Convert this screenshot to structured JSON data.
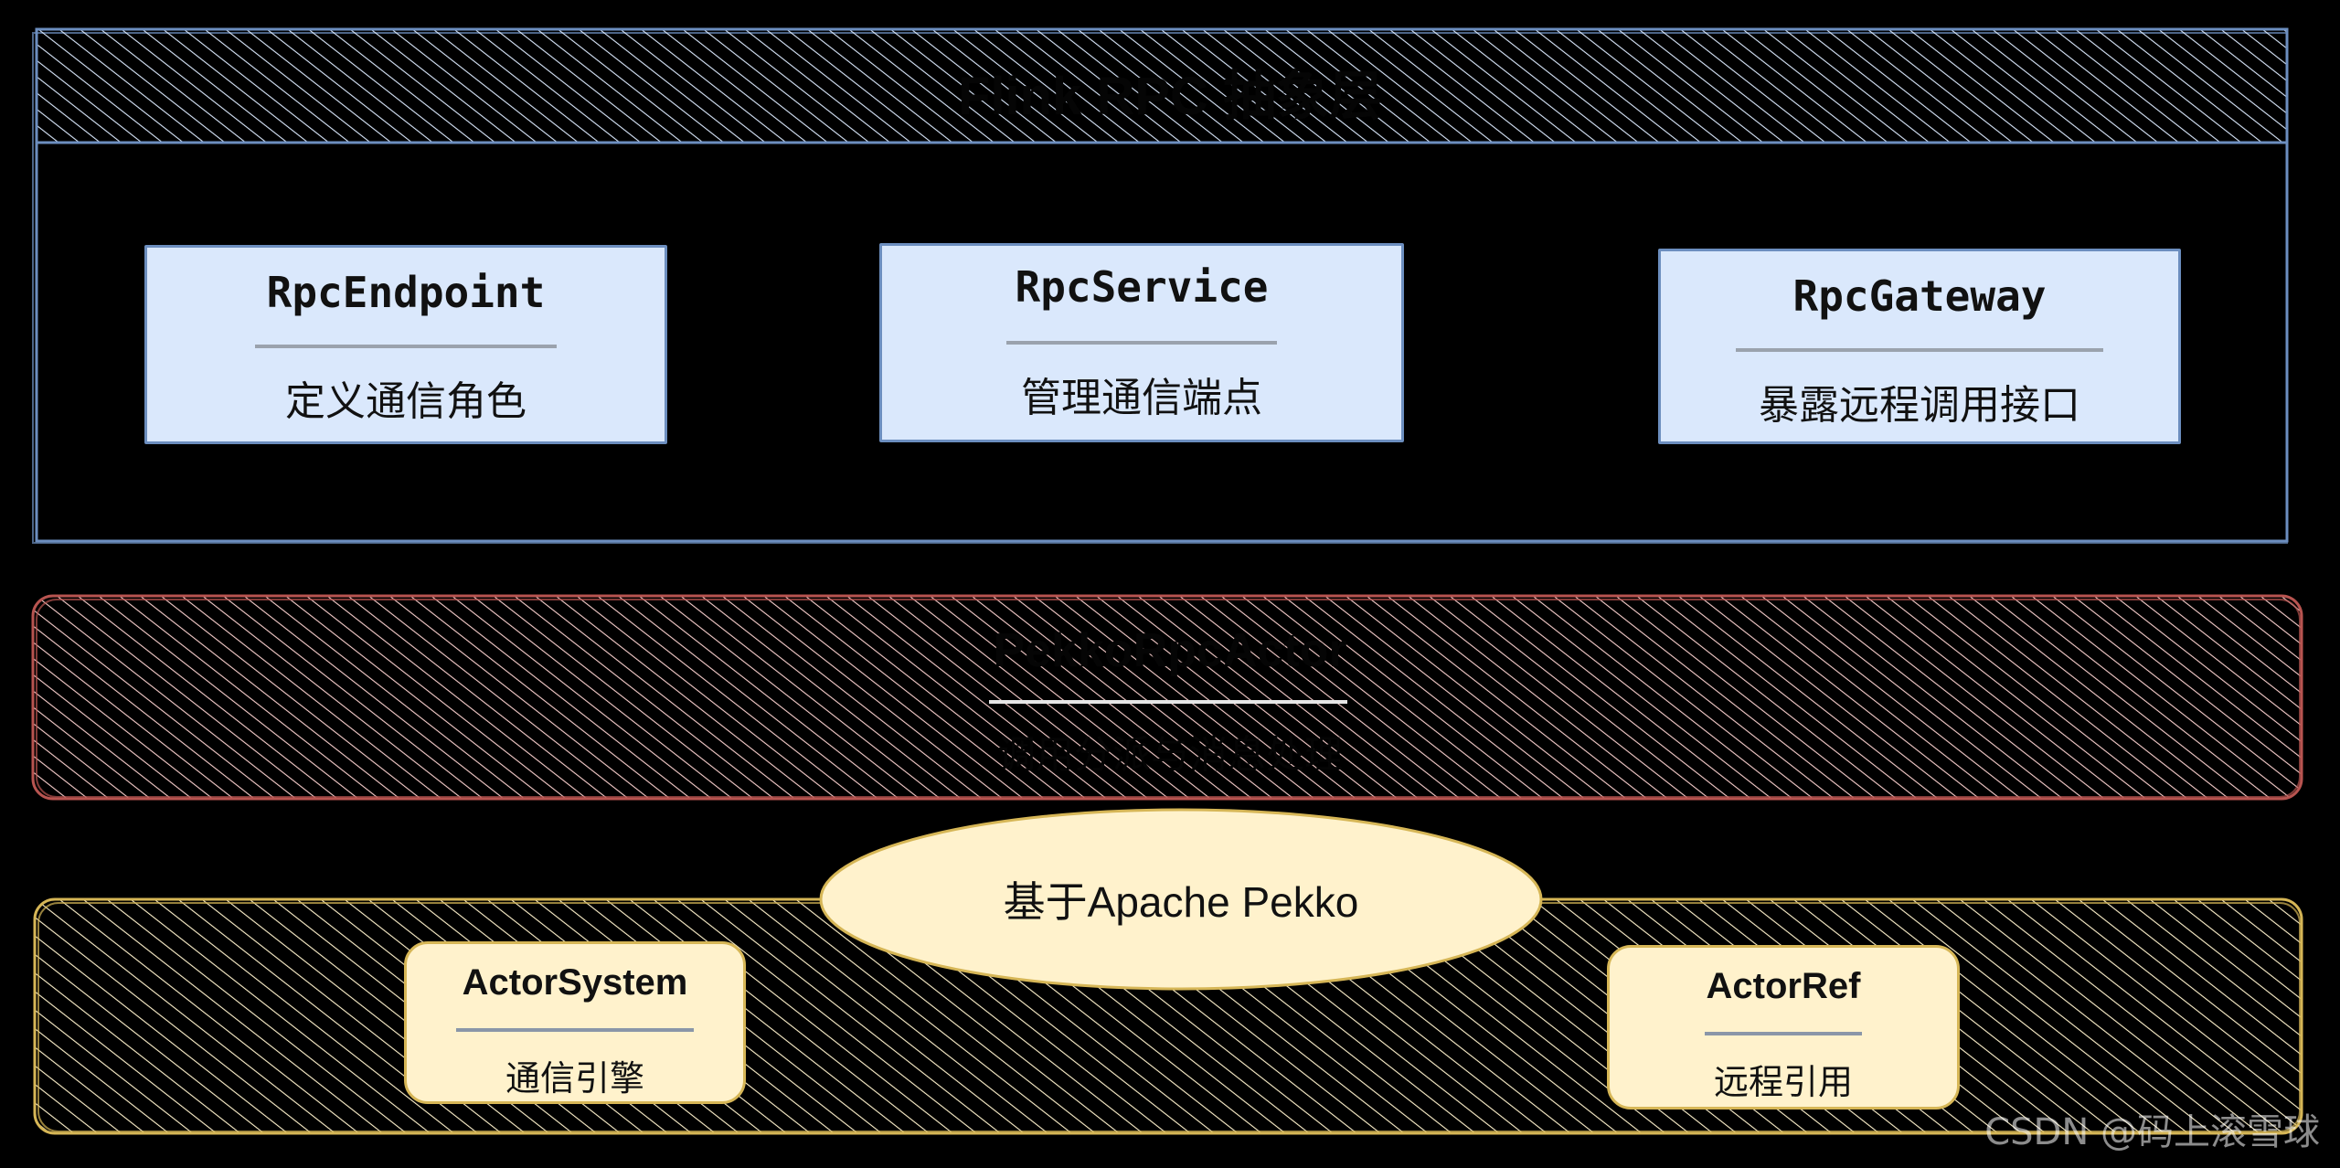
{
  "top_layer": {
    "title": "Flink RPC 抽象层",
    "components": [
      {
        "name": "RpcEndpoint",
        "desc": "定义通信角色"
      },
      {
        "name": "RpcService",
        "desc": "管理通信端点"
      },
      {
        "name": "RpcGateway",
        "desc": "暴露远程调用接口"
      }
    ]
  },
  "middle_layer": {
    "title": "PekkoRpcActor",
    "desc": "调用分派与消息处理"
  },
  "bottom_layer": {
    "badge": "基于Apache Pekko",
    "components": [
      {
        "name": "ActorSystem",
        "desc": "通信引擎"
      },
      {
        "name": "ActorRef",
        "desc": "远程引用"
      }
    ]
  },
  "watermark": "CSDN @码上滚雪球",
  "colors": {
    "blue_border": "#6c8ebf",
    "blue_fill": "#dae8fc",
    "red_border": "#b85450",
    "red_hatch": "#f8cecc",
    "yellow_border": "#d6b656",
    "yellow_fill": "#fff2cc"
  }
}
